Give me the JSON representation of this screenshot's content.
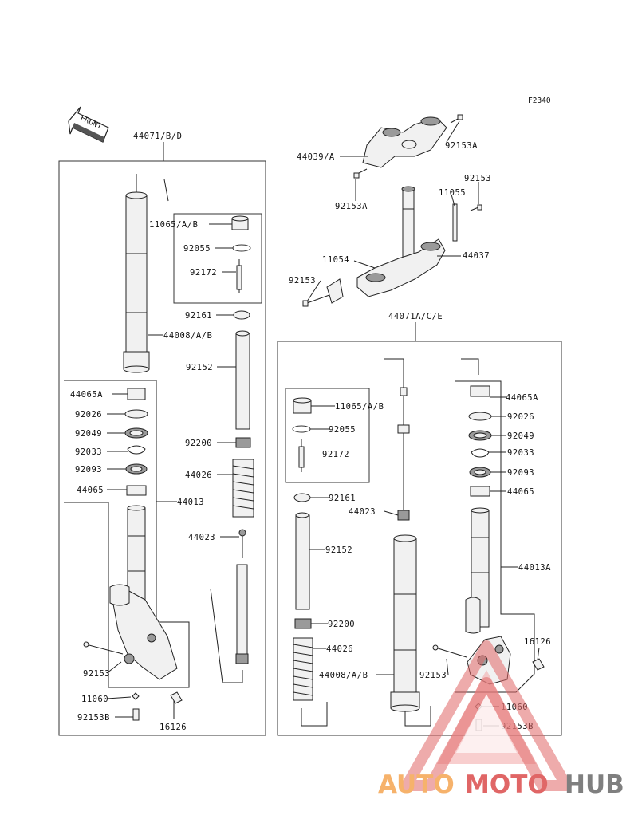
{
  "diagram_code": "F2340",
  "front_label": "FRONT",
  "left_fork": {
    "title": "44071/B/D",
    "labels": {
      "cap_assembly": "11065/A/B",
      "o_ring": "92055",
      "rod": "92172",
      "spring_seat": "92161",
      "outer_tube": "44008/A/B",
      "pipe": "92152",
      "bushing_upper": "44065A",
      "washer": "92026",
      "oil_seal": "92049",
      "circlip": "92033",
      "dust_seal": "92093",
      "bushing_lower": "44065",
      "collar": "92200",
      "spring": "44026",
      "inner_tube": "44013",
      "cylinder": "44023",
      "bolt": "92153",
      "bleeder": "11060",
      "bolt_b": "92153B",
      "fitting": "16126"
    }
  },
  "triple_clamp": {
    "labels": {
      "upper_bracket": "44039/A",
      "bolt_upper_right": "92153A",
      "bolt_upper_left": "92153A",
      "bolt_right": "92153",
      "stem_shaft": "11055",
      "stem_bracket": "44037",
      "plate": "11054",
      "bolt_left": "92153"
    }
  },
  "right_fork": {
    "title": "44071A/C/E",
    "labels": {
      "cap_assembly": "11065/A/B",
      "o_ring": "92055",
      "rod": "92172",
      "spring_seat": "92161",
      "cylinder": "44023",
      "pipe": "92152",
      "collar": "92200",
      "spring": "44026",
      "outer_tube": "44008/A/B",
      "bolt": "92153",
      "bushing_upper": "44065A",
      "washer": "92026",
      "oil_seal": "92049",
      "circlip": "92033",
      "dust_seal": "92093",
      "bushing_lower": "44065",
      "inner_tube": "44013A",
      "fitting": "16126",
      "bleeder": "11060",
      "bolt_b": "92153B"
    }
  },
  "watermark": {
    "part1": "AUTO",
    "part2": "MOTO",
    "part3": "HUB"
  }
}
